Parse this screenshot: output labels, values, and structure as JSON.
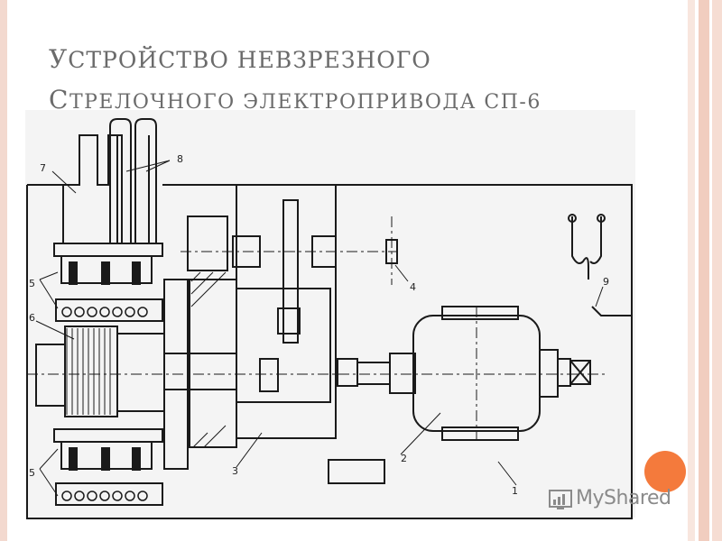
{
  "slide": {
    "title_line1_first": "У",
    "title_line1_rest": "СТРОЙСТВО НЕВЗРЕЗНОГО",
    "title_line2_first": "С",
    "title_line2_rest": "ТРЕЛОЧНОГО ЭЛЕКТРОПРИВОДА СП-6"
  },
  "diagram": {
    "labels": {
      "l1": "1",
      "l2": "2",
      "l3": "3",
      "l4": "4",
      "l5a": "5",
      "l5b": "5",
      "l6": "6",
      "l7": "7",
      "l8": "8",
      "l9": "9"
    }
  },
  "watermark": {
    "text": "MyShared",
    "icon": "chart-icon"
  },
  "colors": {
    "title": "#6b6b6b",
    "accent": "#f47a3c",
    "frame": "#f1cdbf"
  }
}
